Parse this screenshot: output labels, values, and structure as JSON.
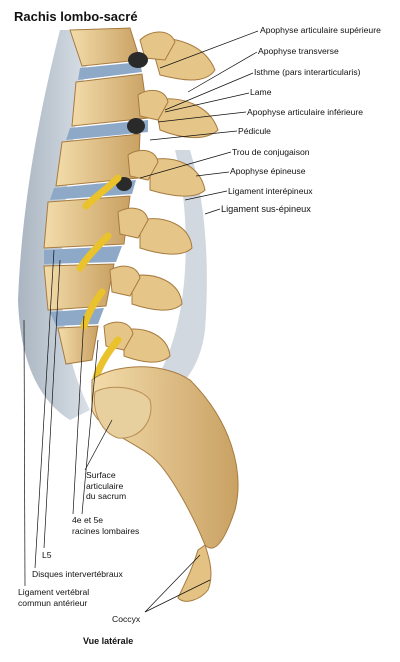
{
  "title": "Rachis lombo-sacré",
  "caption": "Vue latérale",
  "labels_right": [
    "Apophyse articulaire supérieure",
    "Apophyse transverse",
    "Isthme (pars interarticularis)",
    "Lame",
    "Apophyse articulaire inférieure",
    "Pédicule",
    "Trou de conjugaison",
    "Apophyse épineuse",
    "Ligament interépineux",
    "Ligament sus-épineux"
  ],
  "labels_bottom": {
    "surface": [
      "Surface",
      "articulaire",
      "du sacrum"
    ],
    "racines": [
      "4e et 5e",
      "racines lombaires"
    ],
    "l5": "L5",
    "disques": "Disques intervertébraux",
    "ligament": [
      "Ligament vertébral",
      "commun antérieur"
    ],
    "coccyx": "Coccyx"
  },
  "colors": {
    "bone": "#e8c98c",
    "bone_dark": "#b98a4a",
    "disc": "#8ea9c7",
    "ligament": "#b9c4cf",
    "nerve": "#e9c22c"
  }
}
